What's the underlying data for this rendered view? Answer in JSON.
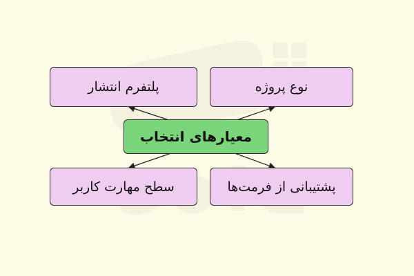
{
  "diagram": {
    "center": {
      "label": "معیارهای انتخاب",
      "color": "#7bd67b"
    },
    "children": [
      {
        "id": "platform",
        "label": "پلتفرم انتشار",
        "color": "#efcdf0"
      },
      {
        "id": "project-type",
        "label": "نوع پروژه",
        "color": "#efcdf0"
      },
      {
        "id": "skill-level",
        "label": "سطح مهارت کاربر",
        "color": "#efcdf0"
      },
      {
        "id": "format-support",
        "label": "پشتیبانی از فرمت‌ها",
        "color": "#efcdf0"
      }
    ],
    "edges": [
      {
        "from": "center",
        "to": "platform"
      },
      {
        "from": "center",
        "to": "project-type"
      },
      {
        "from": "center",
        "to": "skill-level"
      },
      {
        "from": "center",
        "to": "format-support"
      }
    ],
    "background": "#fdfbe6",
    "border_color": "#2b2b2b"
  }
}
